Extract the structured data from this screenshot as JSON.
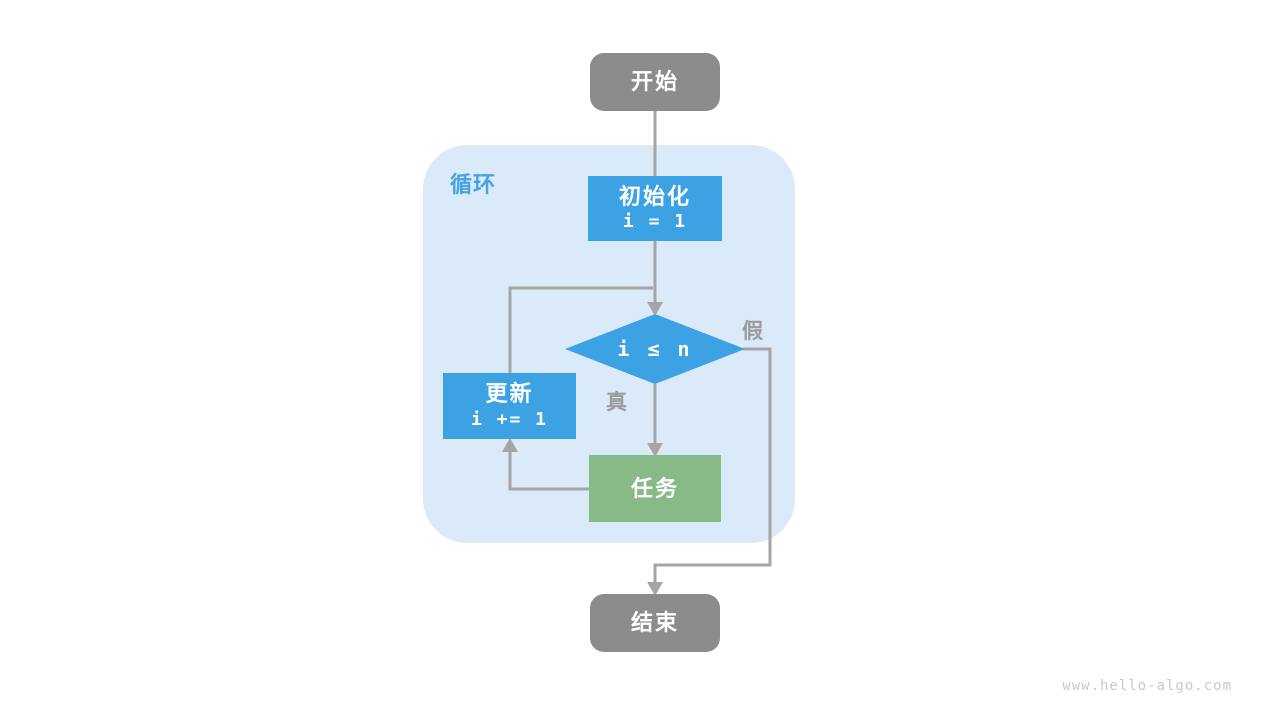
{
  "watermark": "www.hello-algo.com",
  "colors": {
    "node_blue": "#3da2e4",
    "node_green": "#87ba87",
    "node_gray": "#8c8c8c",
    "loop_container_bg": "#daeaf8",
    "loop_label_blue": "#44a3e6",
    "edge_line_gray": "#a5a5a5",
    "edge_label_gray": "#9b9b9b",
    "node_text": "#ffffff"
  },
  "diagram": {
    "loop_label": "循环",
    "nodes": {
      "start": {
        "label": "开始"
      },
      "init": {
        "title": "初始化",
        "code": "i = 1"
      },
      "condition": {
        "code": "i ≤ n"
      },
      "update": {
        "title": "更新",
        "code": "i += 1"
      },
      "task": {
        "label": "任务"
      },
      "end": {
        "label": "结束"
      }
    },
    "edge_labels": {
      "true": "真",
      "false": "假"
    }
  }
}
